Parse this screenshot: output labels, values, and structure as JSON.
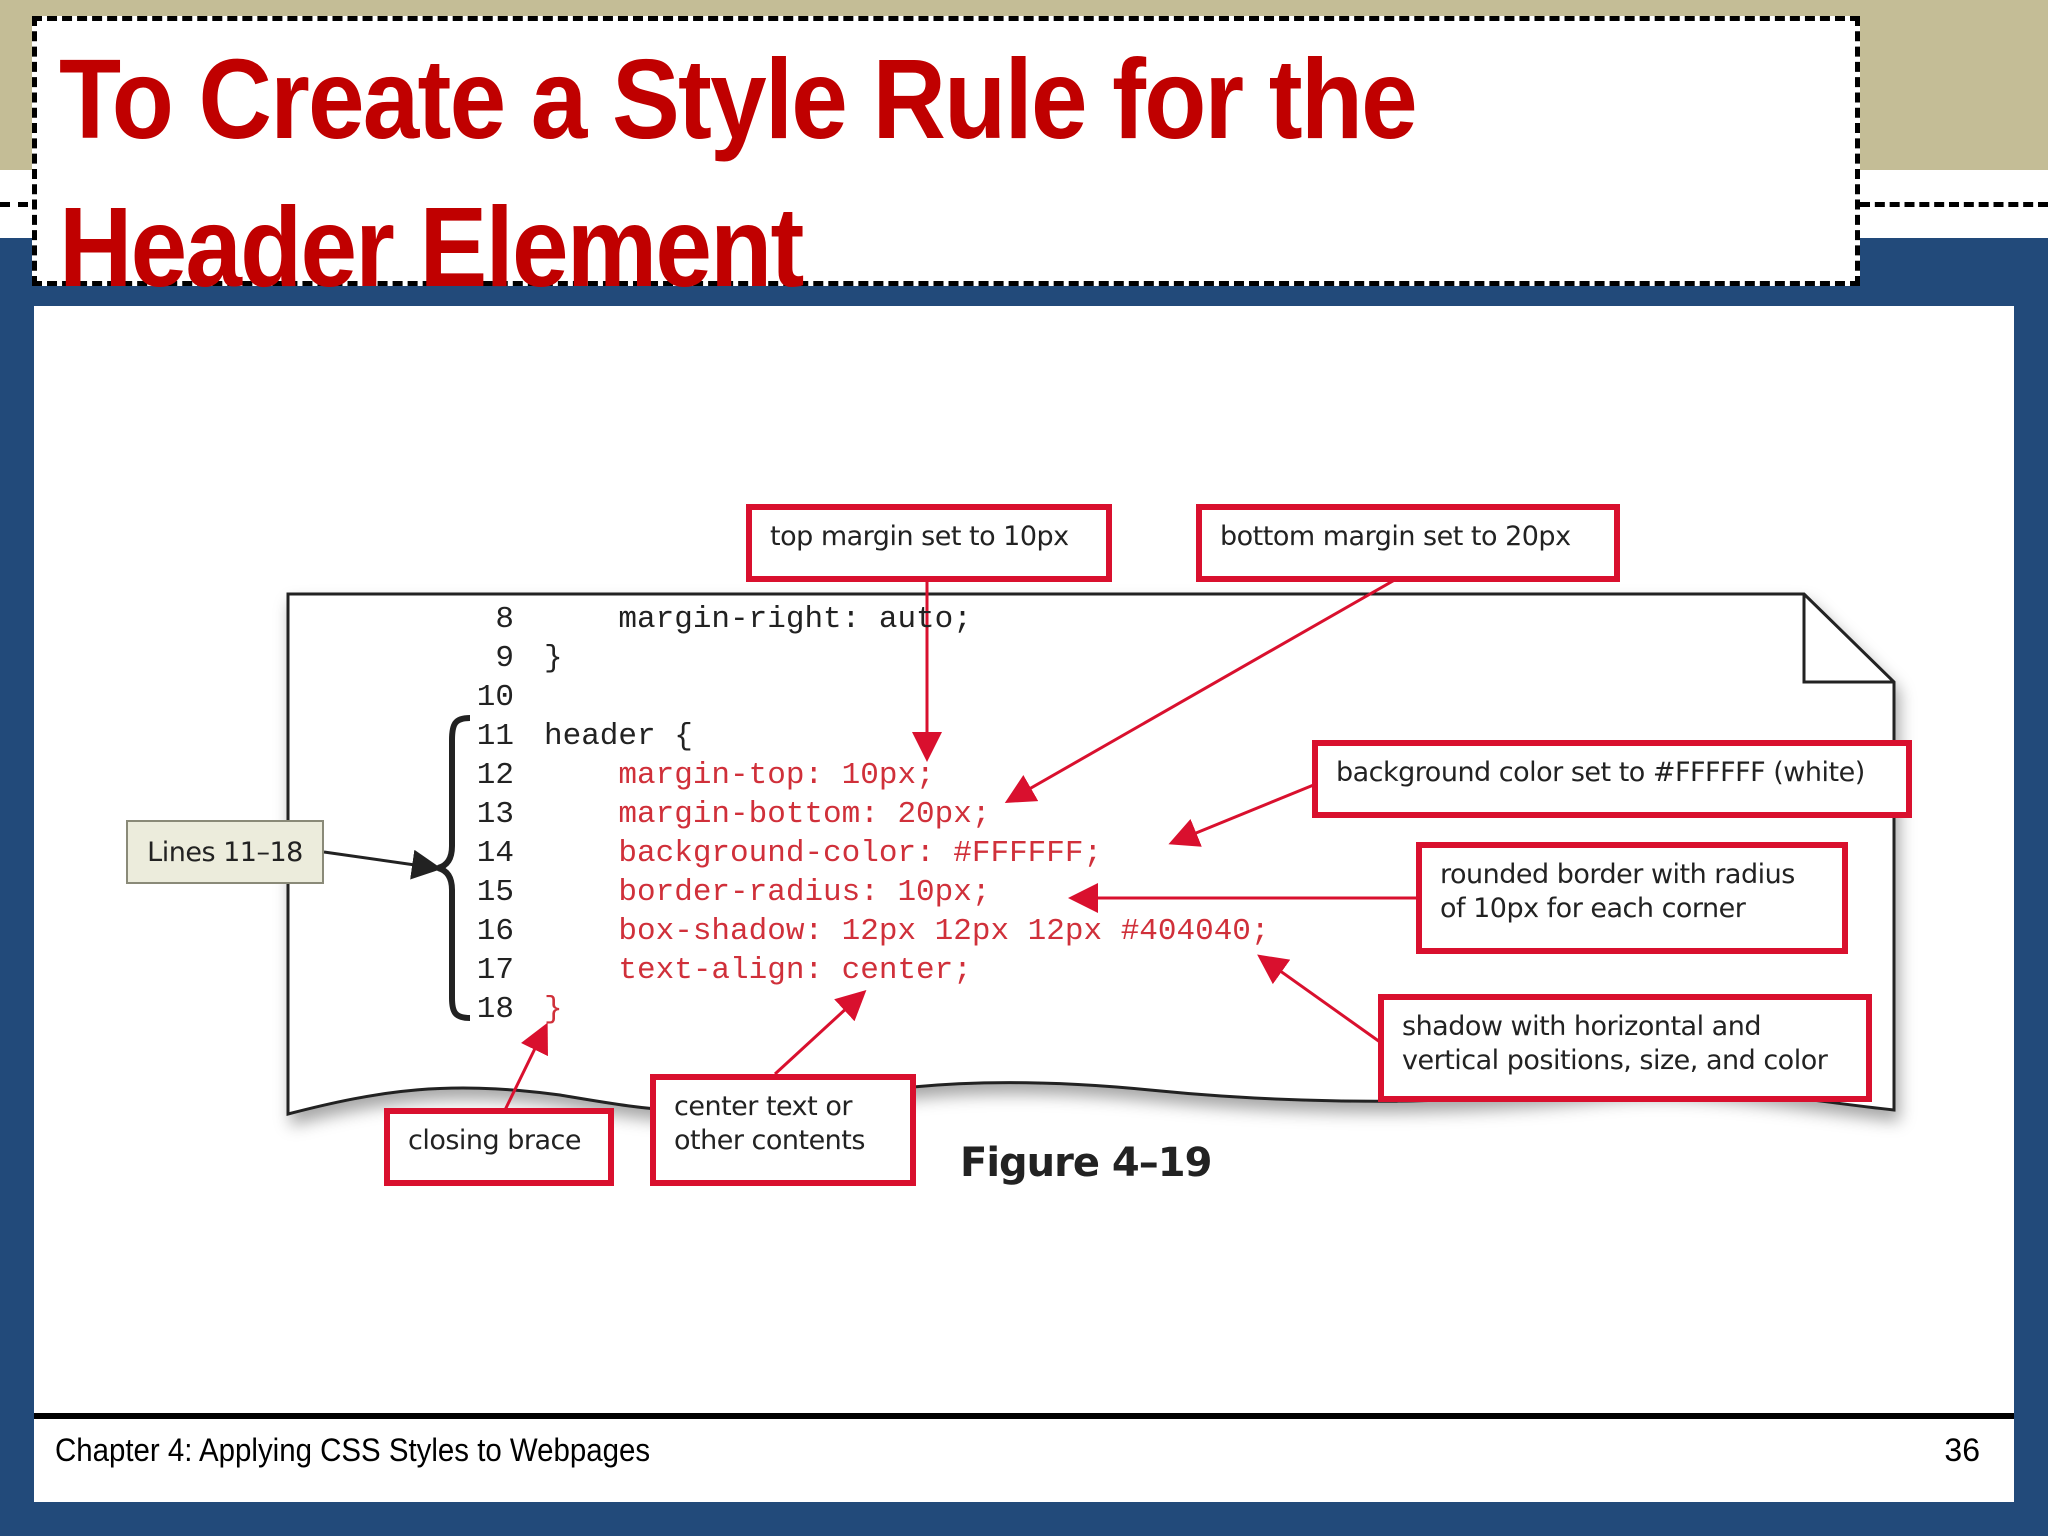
{
  "slide": {
    "title_line1": "To Create a Style Rule for the",
    "title_line2": "Header Element",
    "footer_text": "Chapter 4: Applying CSS Styles to Webpages",
    "page_number": "36"
  },
  "colors": {
    "title_red": "#c00000",
    "callout_border": "#d9102e",
    "background_blue": "#224a7a",
    "band_tan": "#c4bd96"
  },
  "figure": {
    "caption": "Figure 4–19",
    "bracket_label": "Lines 11–18",
    "code_lines": [
      {
        "num": "8",
        "text": "    margin-right: auto;",
        "highlight": false
      },
      {
        "num": "9",
        "text": "}",
        "highlight": false
      },
      {
        "num": "10",
        "text": "",
        "highlight": false
      },
      {
        "num": "11",
        "text": "header {",
        "highlight": false
      },
      {
        "num": "12",
        "text": "    margin-top: 10px;",
        "highlight": true
      },
      {
        "num": "13",
        "text": "    margin-bottom: 20px;",
        "highlight": true
      },
      {
        "num": "14",
        "text": "    background-color: #FFFFFF;",
        "highlight": true
      },
      {
        "num": "15",
        "text": "    border-radius: 10px;",
        "highlight": true
      },
      {
        "num": "16",
        "text": "    box-shadow: 12px 12px 12px #404040;",
        "highlight": true
      },
      {
        "num": "17",
        "text": "    text-align: center;",
        "highlight": true
      },
      {
        "num": "18",
        "text": "}",
        "highlight": true
      }
    ],
    "callouts": {
      "top_margin": "top margin set to 10px",
      "bottom_margin": "bottom margin set to 20px",
      "background_color": "background color set to #FFFFFF (white)",
      "border_radius_l1": "rounded border with radius",
      "border_radius_l2": "of 10px for each corner",
      "shadow_l1": "shadow with horizontal and",
      "shadow_l2": "vertical positions, size, and color",
      "closing_brace": "closing brace",
      "center_l1": "center text or",
      "center_l2": "other contents"
    }
  }
}
